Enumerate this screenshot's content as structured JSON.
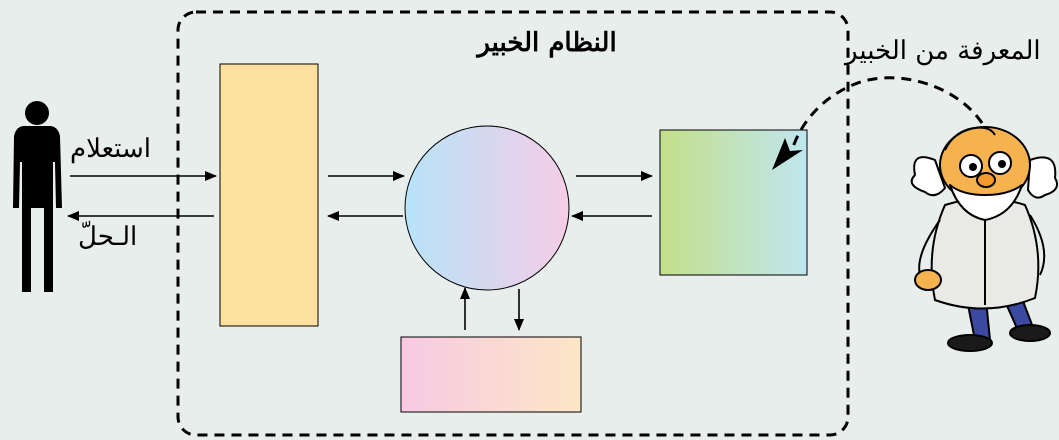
{
  "diagram": {
    "title": "النظام الخبير",
    "query_label": "استعلام",
    "solution_label": "الـحلّ",
    "knowledge_label": "المعرفة من الخبير"
  },
  "colors": {
    "background": "#e8eeec",
    "interface_box": "#fee09e",
    "kb_box_left": "#c3df8a",
    "kb_box_right": "#bfe6ef",
    "bottom_box_left": "#f7c9e3",
    "bottom_box_right": "#fde6c6",
    "engine_left": "#b7e3f8",
    "engine_right": "#f5cde6"
  },
  "icons": {
    "user": "person-silhouette-icon",
    "expert": "cartoon-expert-icon"
  }
}
